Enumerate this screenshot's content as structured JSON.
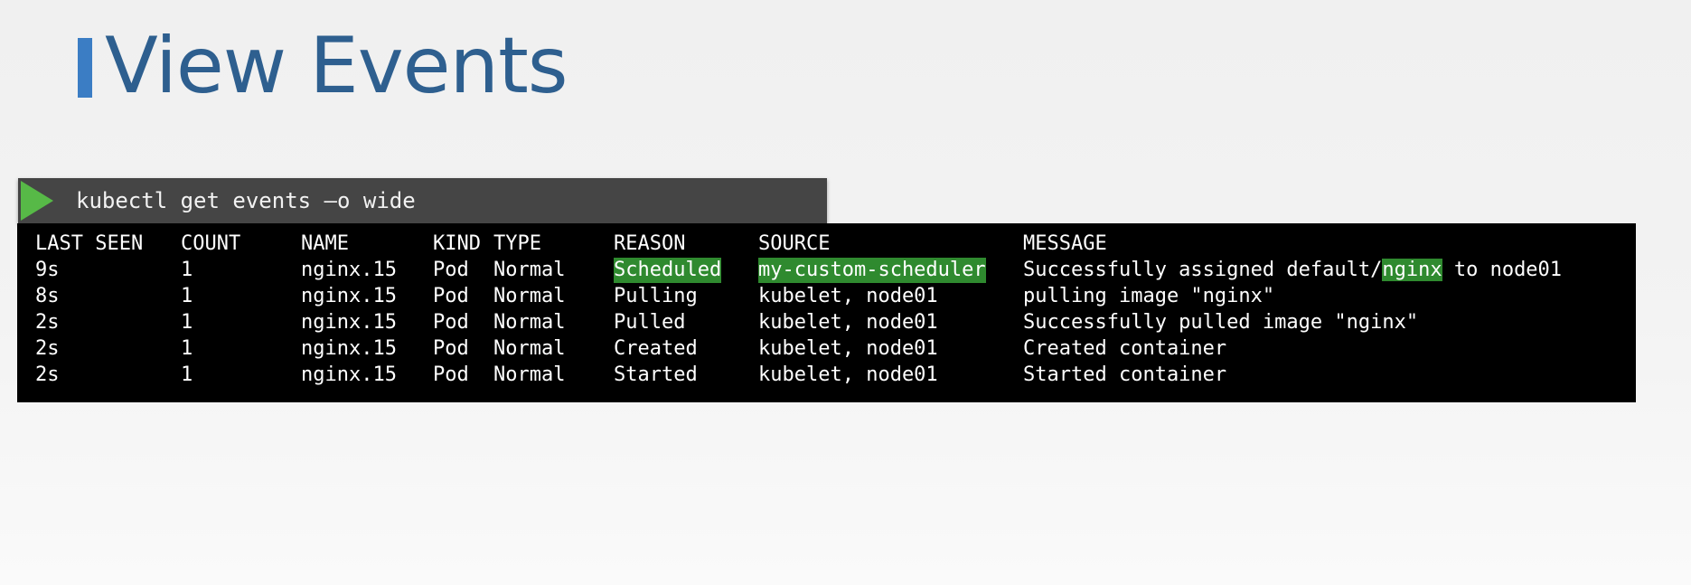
{
  "slide": {
    "title": "View Events"
  },
  "command": {
    "text": "kubectl get events –o wide"
  },
  "table": {
    "headers": {
      "last_seen": "LAST SEEN",
      "count": "COUNT",
      "name": "NAME",
      "kind": "KIND",
      "type": "TYPE",
      "reason": "REASON",
      "source": "SOURCE",
      "message": "MESSAGE"
    },
    "rows": [
      {
        "last_seen": "9s",
        "count": "1",
        "name": "nginx.15",
        "kind": "Pod",
        "type": "Normal",
        "reason": "Scheduled",
        "source": "my-custom-scheduler",
        "message_pre": "Successfully assigned default/",
        "message_hl": "nginx",
        "message_post": " to node01"
      },
      {
        "last_seen": "8s",
        "count": "1",
        "name": "nginx.15",
        "kind": "Pod",
        "type": "Normal",
        "reason": "Pulling",
        "source": "kubelet, node01",
        "message": "pulling image \"nginx\""
      },
      {
        "last_seen": "2s",
        "count": "1",
        "name": "nginx.15",
        "kind": "Pod",
        "type": "Normal",
        "reason": "Pulled",
        "source": "kubelet, node01",
        "message": "Successfully pulled image \"nginx\""
      },
      {
        "last_seen": "2s",
        "count": "1",
        "name": "nginx.15",
        "kind": "Pod",
        "type": "Normal",
        "reason": "Created",
        "source": "kubelet, node01",
        "message": "Created container"
      },
      {
        "last_seen": "2s",
        "count": "1",
        "name": "nginx.15",
        "kind": "Pod",
        "type": "Normal",
        "reason": "Started",
        "source": "kubelet, node01",
        "message": "Started container"
      }
    ]
  },
  "colors": {
    "title": "#2e5f8f",
    "accent": "#3b7dc4",
    "highlight": "#2f8a2f",
    "play_icon": "#57b947",
    "terminal_bg": "#000000",
    "command_bar_bg": "#454545"
  },
  "icons": {
    "play": "play-icon"
  }
}
